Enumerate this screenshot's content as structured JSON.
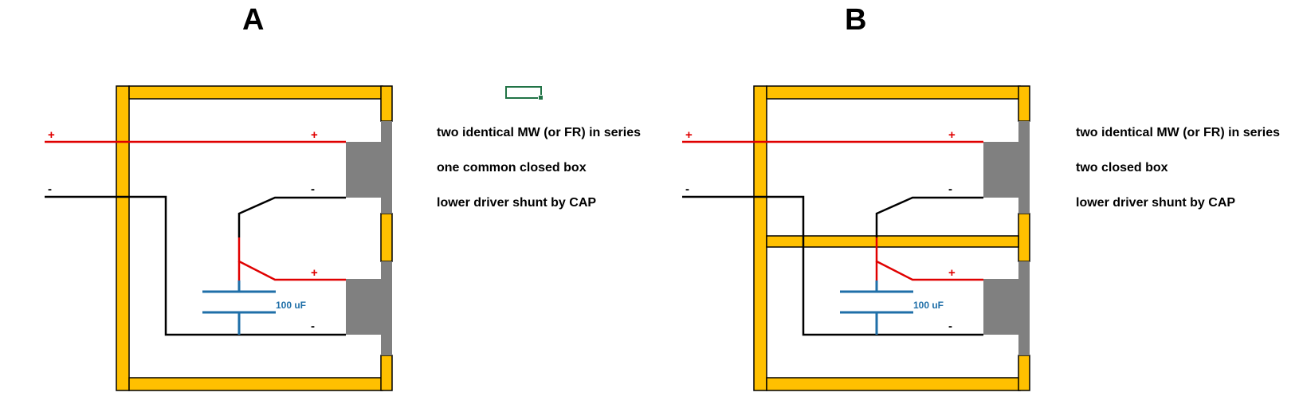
{
  "colors": {
    "wood": "#FFC000",
    "driver": "#808080",
    "positive_wire": "#E00000",
    "negative_wire": "#000000",
    "capacitor": "#1F6FA8"
  },
  "diagrams": [
    {
      "label": "A",
      "notes": [
        "two identical MW (or FR) in series",
        "one common closed box",
        "lower driver shunt by CAP"
      ],
      "terminals": {
        "plus": "+",
        "minus": "-"
      },
      "capacitor_label": "100 uF",
      "has_divider": false
    },
    {
      "label": "B",
      "notes": [
        "two identical MW (or FR) in series",
        "two closed box",
        "lower driver shunt by CAP"
      ],
      "terminals": {
        "plus": "+",
        "minus": "-"
      },
      "capacitor_label": "100 uF",
      "has_divider": true
    }
  ]
}
